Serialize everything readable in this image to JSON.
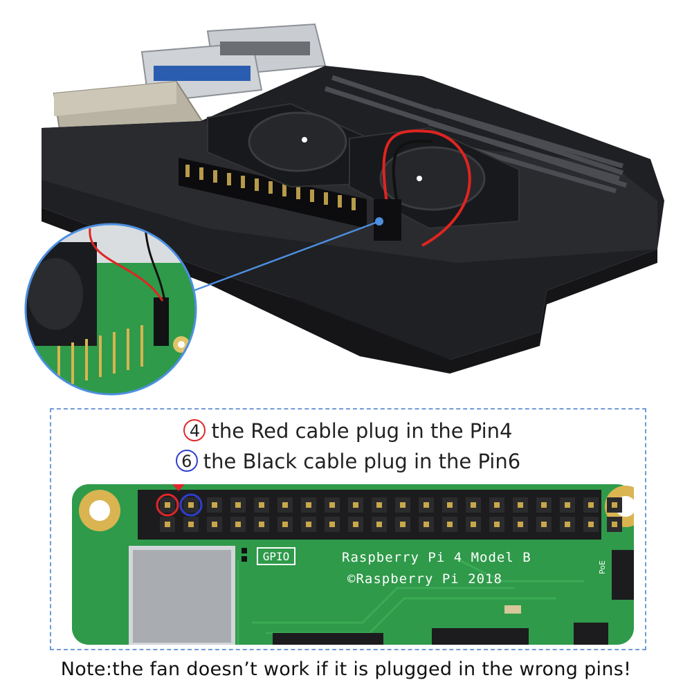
{
  "instructions": {
    "red": {
      "number": "4",
      "text": "the Red cable plug in the Pin4",
      "color": "#e0262a"
    },
    "black": {
      "number": "6",
      "text": "the Black cable plug in the Pin6",
      "color": "#2d3ecf"
    }
  },
  "board": {
    "gpio_label": "GPIO",
    "model_label": "Raspberry Pi 4 Model B",
    "copyright_label": "©Raspberry Pi 2018",
    "poe_label": "PoE",
    "pcb_color": "#2f9a4a"
  },
  "note": "Note:the fan doesn’t work if it is plugged in the wrong pins!"
}
